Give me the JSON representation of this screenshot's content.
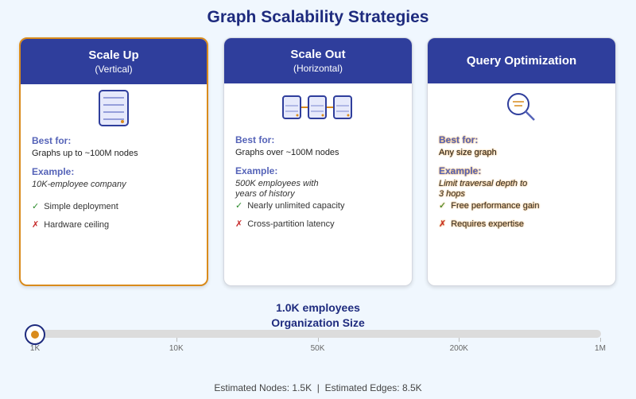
{
  "title": "Graph Scalability Strategies",
  "cards": [
    {
      "title": "Scale Up",
      "subtitle": "(Vertical)",
      "icon": "server-icon",
      "best_label": "Best for:",
      "best": "Graphs up to ~100M nodes",
      "example_label": "Example:",
      "example": "10K-employee company",
      "pro": "Simple deployment",
      "con": "Hardware ceiling",
      "selected": true
    },
    {
      "title": "Scale Out",
      "subtitle": "(Horizontal)",
      "icon": "server-cluster-icon",
      "best_label": "Best for:",
      "best": "Graphs over ~100M nodes",
      "example_label": "Example:",
      "example": "500K employees with years of history",
      "pro": "Nearly unlimited capacity",
      "con": "Cross-partition latency"
    },
    {
      "title": "Query Optimization",
      "subtitle": "",
      "icon": "magnifier-icon",
      "best_label": "Best for:",
      "best": "Any size graph",
      "example_label": "Example:",
      "example": "Limit traversal depth to 3 hops",
      "pro": "Free performance gain",
      "con": "Requires expertise"
    }
  ],
  "marks": {
    "pro": "✓",
    "con": "✗"
  },
  "slider": {
    "value_label": "1.0K employees",
    "label": "Organization Size",
    "ticks": [
      "1K",
      "10K",
      "50K",
      "200K",
      "1M"
    ],
    "position_fraction": 0
  },
  "stats": {
    "nodes": "Estimated Nodes: 1.5K",
    "sep": "|",
    "edges": "Estimated Edges: 8.5K"
  },
  "colors": {
    "header": "#2f3e9c",
    "accent": "#d98b1c",
    "title": "#1e2b7e"
  }
}
